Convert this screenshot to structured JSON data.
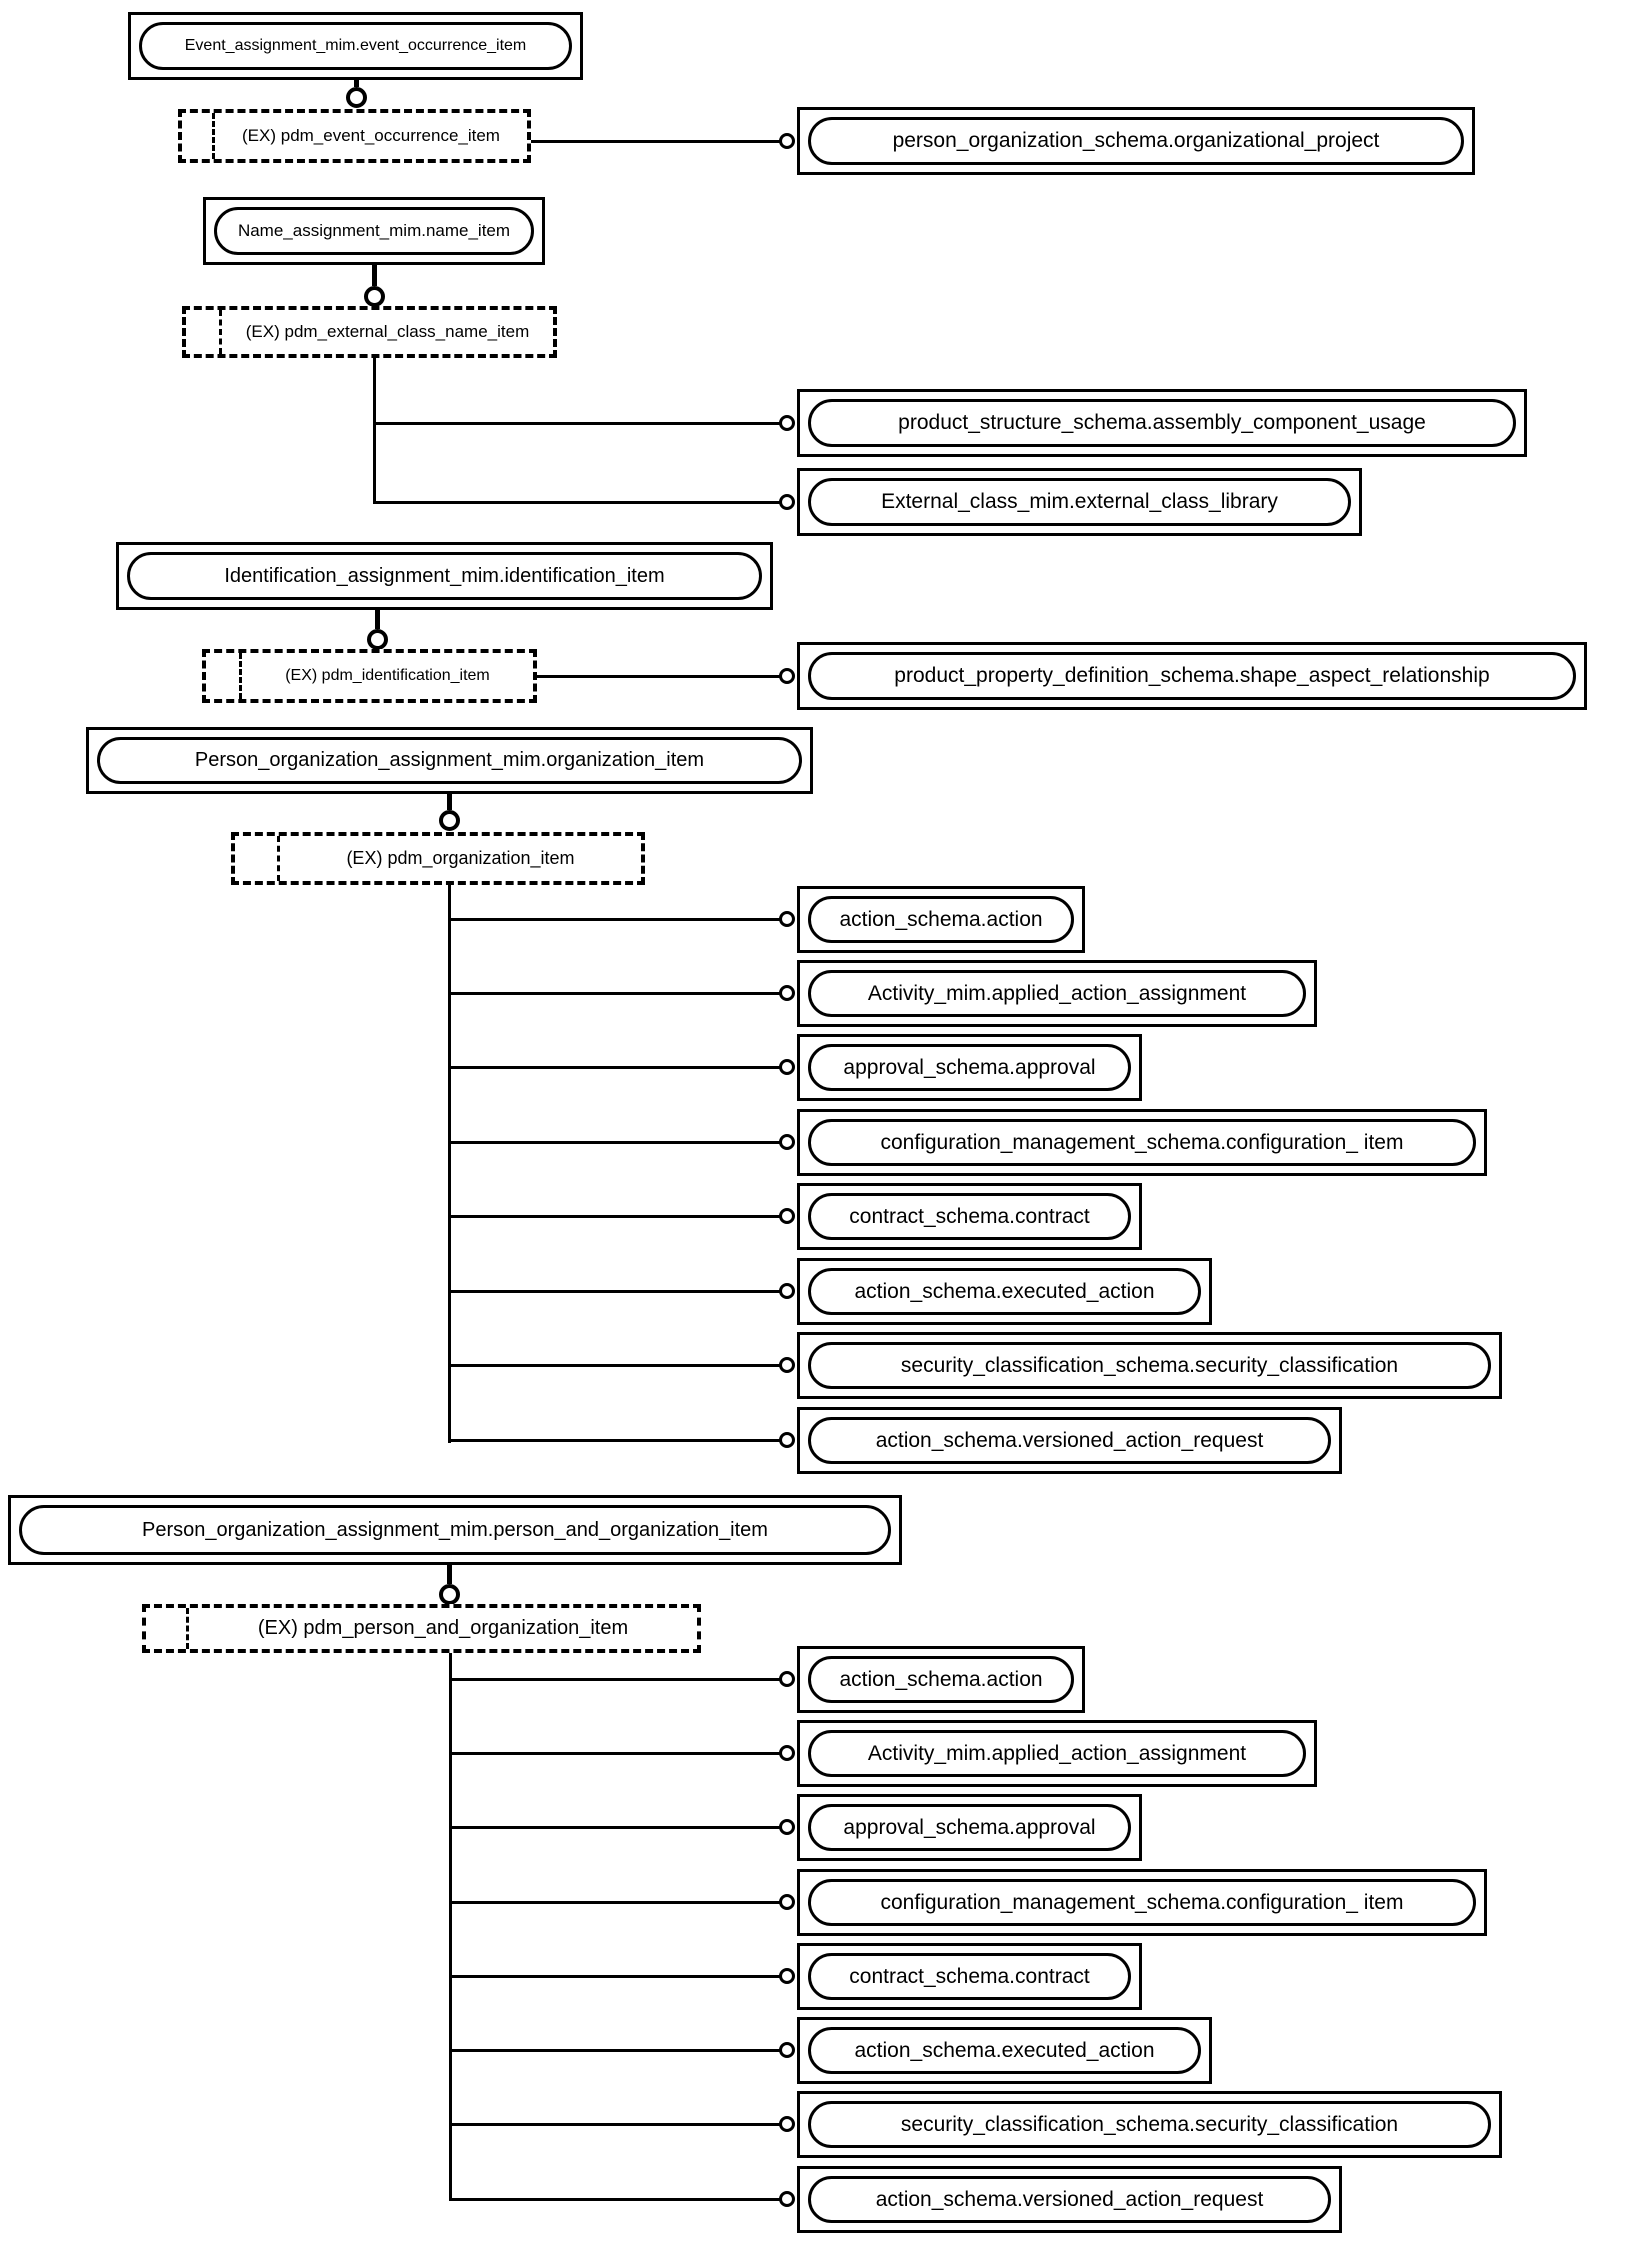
{
  "colors": {
    "line": "#000000",
    "background": "#ffffff",
    "box_fill": "#ffffff",
    "text": "#000000"
  },
  "groups": [
    {
      "id": "event-occurrence",
      "header": "Event_assignment_mim.event_occurrence_item",
      "ex": "(EX) pdm_event_occurrence_item",
      "targets": [
        "person_organization_schema.organizational_project"
      ]
    },
    {
      "id": "name-item",
      "header": "Name_assignment_mim.name_item",
      "ex": "(EX) pdm_external_class_name_item",
      "targets": [
        "product_structure_schema.assembly_component_usage",
        "External_class_mim.external_class_library"
      ]
    },
    {
      "id": "identification-item",
      "header": "Identification_assignment_mim.identification_item",
      "ex": "(EX) pdm_identification_item",
      "targets": [
        "product_property_definition_schema.shape_aspect_relationship"
      ]
    },
    {
      "id": "organization-item",
      "header": "Person_organization_assignment_mim.organization_item",
      "ex": "(EX) pdm_organization_item",
      "targets": [
        "action_schema.action",
        "Activity_mim.applied_action_assignment",
        "approval_schema.approval",
        "configuration_management_schema.configuration_ item",
        "contract_schema.contract",
        "action_schema.executed_action",
        "security_classification_schema.security_classification",
        "action_schema.versioned_action_request"
      ]
    },
    {
      "id": "person-and-organization-item",
      "header": "Person_organization_assignment_mim.person_and_organization_item",
      "ex": "(EX) pdm_person_and_organization_item",
      "targets": [
        "action_schema.action",
        "Activity_mim.applied_action_assignment",
        "approval_schema.approval",
        "configuration_management_schema.configuration_ item",
        "contract_schema.contract",
        "action_schema.executed_action",
        "security_classification_schema.security_classification",
        "action_schema.versioned_action_request"
      ]
    }
  ]
}
